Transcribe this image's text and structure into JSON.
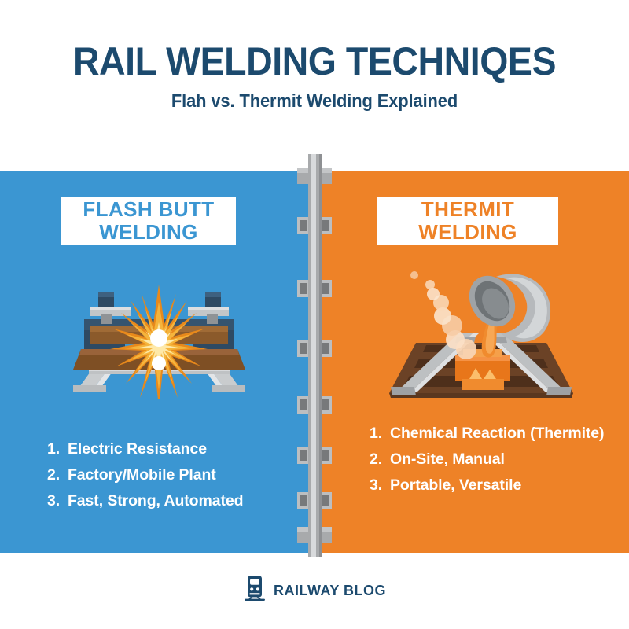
{
  "header": {
    "title": "RAIL WELDING TECHNIQES",
    "subtitle": "Flah vs. Thermit Welding Explained"
  },
  "colors": {
    "navy": "#1C4A6E",
    "blue": "#3B96D2",
    "orange": "#EE8227",
    "white": "#FFFFFF",
    "rail_gray": "#A8AAAC",
    "rail_light": "#D2D4D6",
    "sleeper_brown": "#6B4226"
  },
  "left_panel": {
    "label": "FLASH BUTT\nWELDING",
    "label_line1": "FLASH BUTT",
    "label_line2": "WELDING",
    "illustration_name": "flash-butt-welding-machine",
    "features": [
      {
        "num": "1.",
        "text": "Electric Resistance"
      },
      {
        "num": "2.",
        "text": "Factory/Mobile Plant"
      },
      {
        "num": "3.",
        "text": "Fast, Strong, Automated"
      }
    ]
  },
  "right_panel": {
    "label_line1": "THERMIT",
    "label_line2": "WELDING",
    "illustration_name": "thermit-crucible-pour",
    "features": [
      {
        "num": "1.",
        "text": "Chemical Reaction (Thermite)"
      },
      {
        "num": "2.",
        "text": "On-Site, Manual"
      },
      {
        "num": "3.",
        "text": "Portable, Versatile"
      }
    ]
  },
  "divider": {
    "name": "vertical-rail-divider",
    "tie_count": 6
  },
  "footer": {
    "logo_icon": "train-icon",
    "logo_text": "RAILWAY BLOG"
  }
}
